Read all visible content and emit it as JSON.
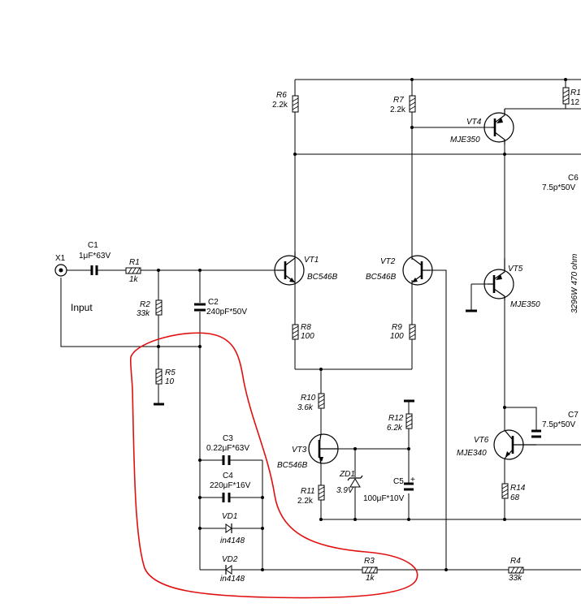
{
  "connector": {
    "ref": "X1",
    "label": "Input"
  },
  "C1": {
    "ref": "C1",
    "value": "1μF*63V"
  },
  "C2": {
    "ref": "C2",
    "value": "240pF*50V"
  },
  "C3": {
    "ref": "C3",
    "value": "0.22μF*63V"
  },
  "C4": {
    "ref": "C4",
    "value": "220μF*16V"
  },
  "C5": {
    "ref": "C5",
    "value": "100μF*10V"
  },
  "C6": {
    "ref": "C6",
    "value": "7.5p*50V"
  },
  "C7": {
    "ref": "C7",
    "value": "7.5p*50V"
  },
  "R1": {
    "ref": "R1",
    "value": "1k"
  },
  "R2": {
    "ref": "R2",
    "value": "33k"
  },
  "R3": {
    "ref": "R3",
    "value": "1k"
  },
  "R4": {
    "ref": "R4",
    "value": "33k"
  },
  "R5": {
    "ref": "R5",
    "value": "10"
  },
  "R6": {
    "ref": "R6",
    "value": "2.2k"
  },
  "R7": {
    "ref": "R7",
    "value": "2.2k"
  },
  "R8": {
    "ref": "R8",
    "value": "100"
  },
  "R9": {
    "ref": "R9",
    "value": "100"
  },
  "R10": {
    "ref": "R10",
    "value": "3.6k"
  },
  "R11": {
    "ref": "R11",
    "value": "2.2k"
  },
  "R12": {
    "ref": "R12",
    "value": "6.2k"
  },
  "R13": {
    "ref": "R1",
    "value": "12"
  },
  "R14": {
    "ref": "R14",
    "value": "68"
  },
  "VT1": {
    "ref": "VT1",
    "type": "BC546B"
  },
  "VT2": {
    "ref": "VT2",
    "type": "BC546B"
  },
  "VT3": {
    "ref": "VT3",
    "type": "BC546B"
  },
  "VT4": {
    "ref": "VT4",
    "type": "MJE350"
  },
  "VT5": {
    "ref": "VT5",
    "type": "MJE350"
  },
  "VT6": {
    "ref": "VT6",
    "type": "MJE340"
  },
  "ZD1": {
    "ref": "ZD1",
    "value": "3.9V"
  },
  "VD1": {
    "ref": "VD1",
    "type": "in4148"
  },
  "VD2": {
    "ref": "VD2",
    "type": "in4148"
  },
  "pot": {
    "label": "3296W 470 ohm"
  },
  "colors": {
    "wire": "#000000",
    "annotation": "#e01010",
    "background": "#ffffff"
  }
}
